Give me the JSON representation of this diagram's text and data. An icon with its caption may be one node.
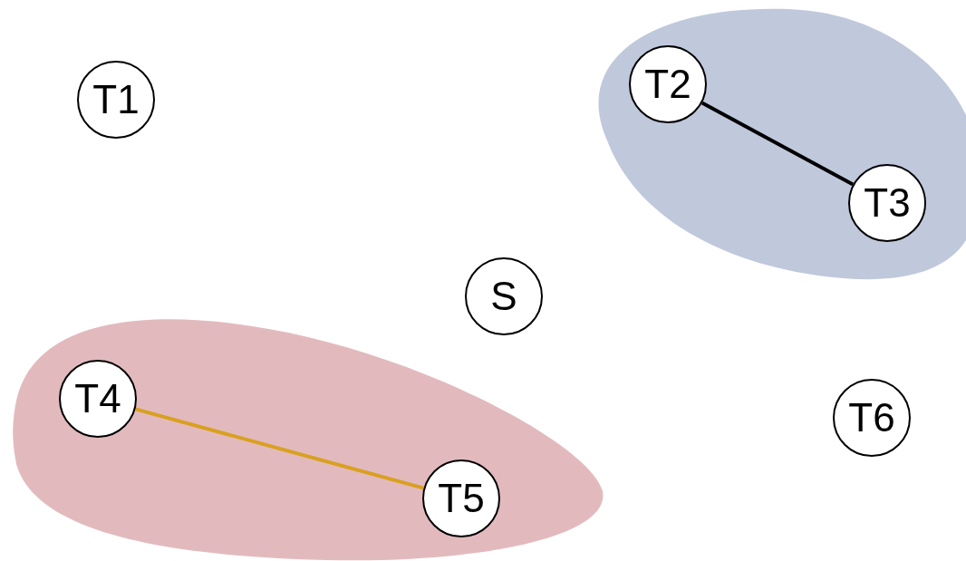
{
  "diagram": {
    "nodes": [
      {
        "text": [
          "T1"
        ]
      },
      {
        "text": [],
        "shape": "ellipse"
      },
      {
        "text": [
          "T2"
        ],
        "in": 1
      },
      {
        "text": [
          "T3"
        ],
        "in": 1
      },
      {
        "text": [
          "S"
        ]
      },
      {
        "text": [],
        "shape": "blob"
      },
      {
        "text": [
          "T4"
        ],
        "in": 5
      },
      {
        "text": [
          "T5"
        ],
        "in": 5
      },
      {
        "text": [
          "T6"
        ]
      }
    ],
    "edges": [
      {
        "from": 2,
        "to": 3,
        "arrow": "none"
      },
      {
        "from": 6,
        "to": 7,
        "arrow": "none",
        "color": "#d9a020"
      }
    ]
  }
}
